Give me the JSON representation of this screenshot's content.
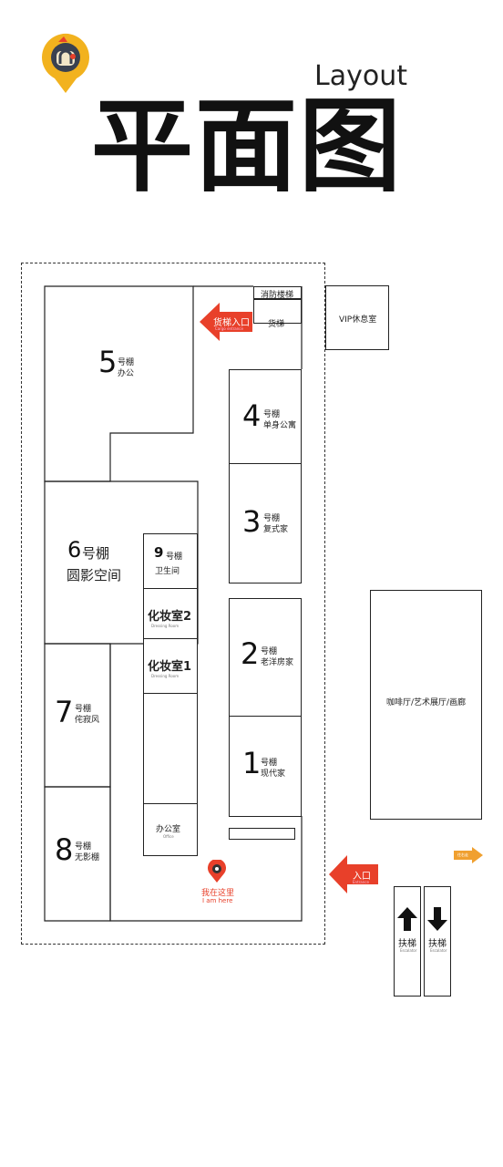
{
  "header": {
    "title": "平面图",
    "subtitle": "Layout"
  },
  "rooms": {
    "studio5": {
      "number": "5",
      "label1": "号棚",
      "label2": "办公"
    },
    "studio4": {
      "number": "4",
      "label1": "号棚",
      "label2": "单身公寓"
    },
    "studio3": {
      "number": "3",
      "label1": "号棚",
      "label2": "复式家"
    },
    "studio2": {
      "number": "2",
      "label1": "号棚",
      "label2": "老洋房家"
    },
    "studio1": {
      "number": "1",
      "label1": "号棚",
      "label2": "现代家"
    },
    "studio6": {
      "number": "6",
      "label1": "号棚",
      "label2": "圆影空间"
    },
    "studio7": {
      "number": "7",
      "label1": "号棚",
      "label2": "侘寂风"
    },
    "studio8": {
      "number": "8",
      "label1": "号棚",
      "label2": "无影棚"
    },
    "studio9": {
      "number": "9",
      "label1": "号棚",
      "label2": "卫生间"
    },
    "makeup2": {
      "label": "化妆室2",
      "en": "Dressing Room"
    },
    "makeup1": {
      "label": "化妆室1",
      "en": "Dressing Room"
    },
    "office": {
      "label": "办公室",
      "en": "Office"
    },
    "fire_stairs": {
      "label": "消防楼梯"
    },
    "freight_elevator": {
      "label": "货梯"
    },
    "vip_lounge": {
      "label": "VIP休息室"
    },
    "cafe": {
      "label": "咖啡厅/艺术展厅/画廊"
    }
  },
  "markers": {
    "freight_entrance": {
      "label": "货梯入口",
      "en": "Cargo entrance"
    },
    "entrance": {
      "label": "入口",
      "en": "Entrance"
    },
    "here": {
      "label": "我在这里",
      "en": "I am here"
    },
    "small_arrow": {
      "label": "往右走"
    },
    "escalator_up": {
      "label": "扶梯",
      "en": "Escalator"
    },
    "escalator_down": {
      "label": "扶梯",
      "en": "Escalator"
    }
  },
  "colors": {
    "accent_red": "#e8402a",
    "accent_orange": "#f0a030",
    "logo_yellow": "#f2b21e"
  },
  "icons": [
    "mascot-logo",
    "location-pin-icon",
    "arrow-up-icon",
    "arrow-down-icon"
  ]
}
